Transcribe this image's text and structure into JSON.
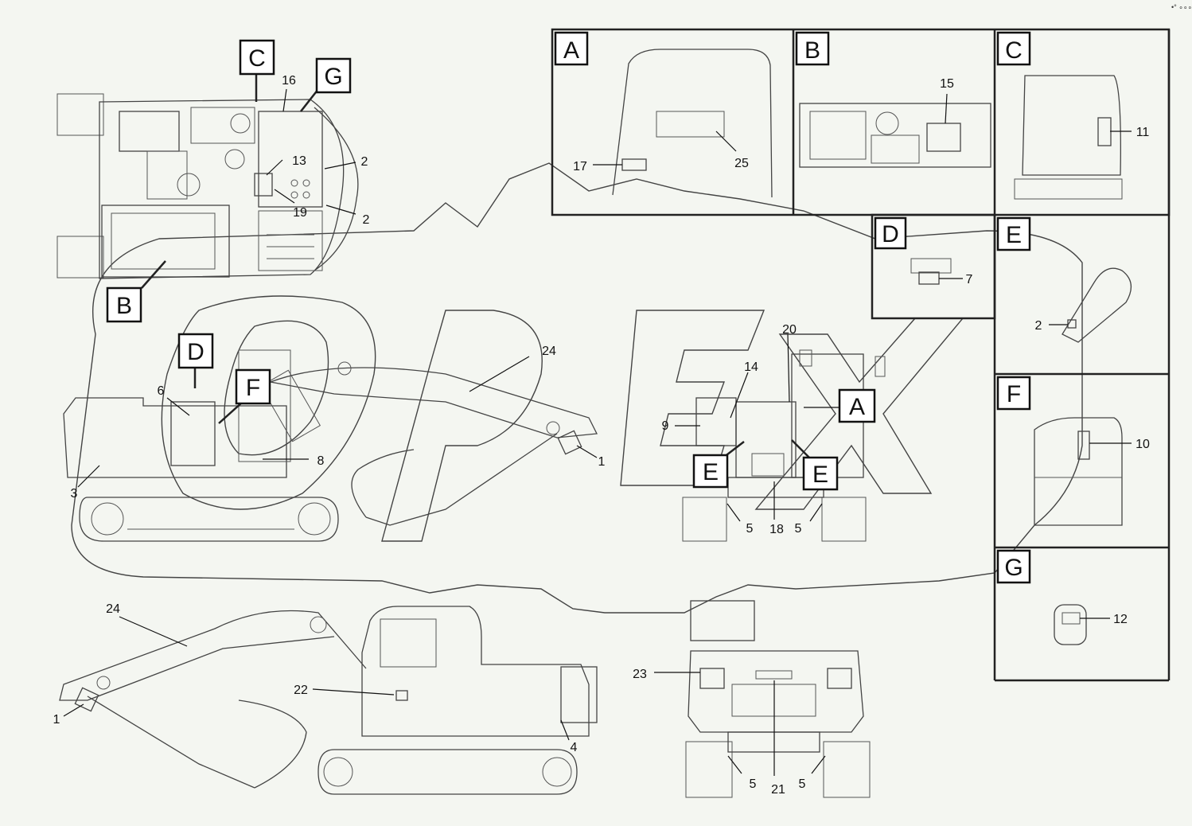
{
  "corner_mark": "•°  ∘∘∘",
  "section_letters": {
    "A": "A",
    "B": "B",
    "C": "C",
    "D": "D",
    "E": "E",
    "F": "F",
    "G": "G"
  },
  "callouts": {
    "n1": "1",
    "n2": "2",
    "n3": "3",
    "n4": "4",
    "n5": "5",
    "n6": "6",
    "n7": "7",
    "n8": "8",
    "n9": "9",
    "n10": "10",
    "n11": "11",
    "n12": "12",
    "n13": "13",
    "n14": "14",
    "n15": "15",
    "n16": "16",
    "n17": "17",
    "n18": "18",
    "n19": "19",
    "n20": "20",
    "n21": "21",
    "n22": "22",
    "n23": "23",
    "n24": "24",
    "n25": "25"
  },
  "colors": {
    "background": "#f4f6f1",
    "line": "#444444",
    "frame": "#111111"
  }
}
